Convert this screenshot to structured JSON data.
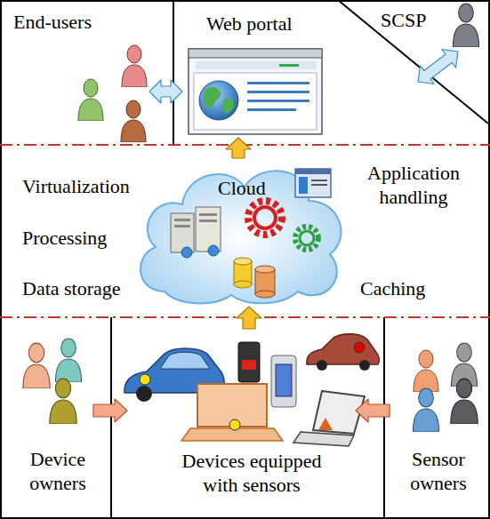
{
  "diagram": {
    "nodes": [
      {
        "text": [
          "End-users"
        ]
      },
      {
        "text": [
          "Web portal"
        ]
      },
      {
        "text": [
          "SCSP"
        ]
      },
      {
        "text": [
          "Cloud"
        ]
      },
      {
        "text": [
          "Device owners"
        ]
      },
      {
        "text": [
          "Devices equipped with sensors"
        ]
      },
      {
        "text": [
          "Sensor owners"
        ]
      }
    ],
    "edges": [
      {
        "from": 0,
        "to": 1,
        "arrow": "both"
      },
      {
        "from": 2,
        "to": 1,
        "arrow": "both"
      },
      {
        "from": 3,
        "to": 1,
        "arrow": "to"
      },
      {
        "from": 5,
        "to": 3,
        "arrow": "to"
      },
      {
        "from": 4,
        "to": 5,
        "arrow": "to"
      },
      {
        "from": 6,
        "to": 5,
        "arrow": "to"
      }
    ],
    "labels": [
      "Virtualization",
      "Processing",
      "Data storage",
      "Application handling",
      "Caching"
    ]
  }
}
